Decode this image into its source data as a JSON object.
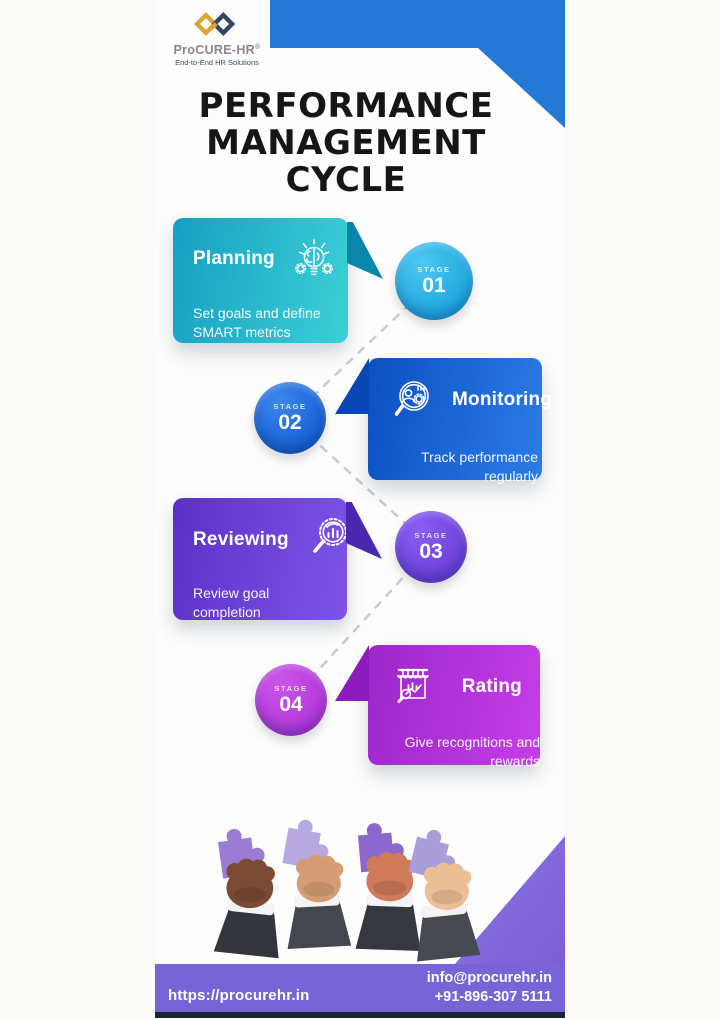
{
  "brand": {
    "name": "ProCURE-HR",
    "registered_mark": "®",
    "tagline": "End-to-End HR Solutions"
  },
  "title": {
    "line1": "PERFORMANCE",
    "line2": "MANAGEMENT",
    "line3": "CYCLE"
  },
  "stage_label": "STAGE",
  "stages": [
    {
      "number": "01",
      "title": "Planning",
      "description": "Set goals and define SMART metrics",
      "icon": "bulb-brain-gears-icon",
      "card_color_start": "#179fc1",
      "card_color_end": "#3bd0d8",
      "flag_color": "#0a86ac",
      "circle_color": "#1ea5de",
      "circle_color_light": "#4cc8f2"
    },
    {
      "number": "02",
      "title": "Monitoring",
      "description": "Track performance regularly",
      "icon": "magnifier-person-gear-icon",
      "card_color_start": "#0d4fc2",
      "card_color_end": "#2b7ce6",
      "flag_color": "#0a46b4",
      "circle_color": "#1560d4",
      "circle_color_light": "#3c86ee"
    },
    {
      "number": "03",
      "title": "Reviewing",
      "description": "Review goal completion",
      "icon": "magnifier-chart-gear-icon",
      "card_color_start": "#5c30c6",
      "card_color_end": "#7d54e8",
      "flag_color": "#4a27ae",
      "circle_color": "#6a3fd8",
      "circle_color_light": "#8a5ef4"
    },
    {
      "number": "04",
      "title": "Rating",
      "description": "Give recognitions and rewards",
      "icon": "storefront-chart-magnifier-icon",
      "card_color_start": "#9c27c9",
      "card_color_end": "#c63ee8",
      "flag_color": "#8d1cbc",
      "circle_color": "#b136d8",
      "circle_color_light": "#cd55ea"
    }
  ],
  "footer": {
    "website": "https://procurehr.in",
    "email": "info@procurehr.in",
    "phone": "+91-896-307 5111",
    "bar_color": "#7765d8"
  },
  "decor": {
    "top_corner_color": "#2579d6",
    "bottom_wedge_color_start": "#8b74e4",
    "bottom_wedge_color_end": "#7a5fd4",
    "bottom_strip_color": "#18242f",
    "connector_color": "#c9c9ce"
  },
  "illustration": {
    "name": "four-hands-holding-puzzle-pieces",
    "puzzle_colors": [
      "#9b7bd3",
      "#b7a9df",
      "#8c67cd",
      "#ab9dd9"
    ],
    "skin_tones": [
      "#7b4a33",
      "#d69d75",
      "#cf7a58",
      "#ecbf97"
    ],
    "suit_colors": [
      "#32353b",
      "#44474e",
      "#35383e",
      "#46494f"
    ],
    "cuff_color": "#f4f4f6"
  }
}
